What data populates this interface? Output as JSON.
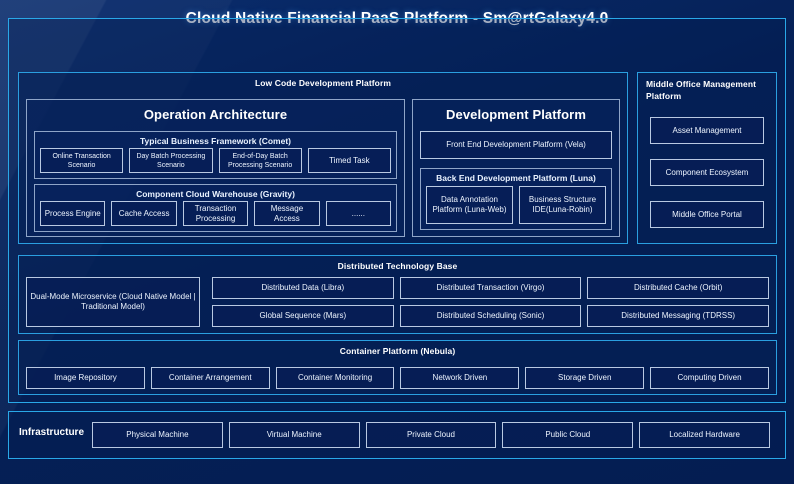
{
  "header": {
    "title": "Cloud Native Financial PaaS Platform - Sm@rtGalaxy4.0"
  },
  "low_code": {
    "title": "Low Code Development Platform",
    "operation_architecture": {
      "title": "Operation Architecture",
      "business_framework": {
        "title": "Typical Business Framework (Comet)",
        "items": [
          "Online Transaction Scenario",
          "Day Batch Processing Scenario",
          "End-of-Day Batch Processing Scenario",
          "Timed Task"
        ]
      },
      "component_warehouse": {
        "title": "Component Cloud Warehouse (Gravity)",
        "items": [
          "Process Engine",
          "Cache Access",
          "Transaction Processing",
          "Message Access",
          "......"
        ]
      }
    },
    "development_platform": {
      "title": "Development Platform",
      "front_end": "Front End Development Platform (Vela)",
      "back_end": {
        "title": "Back End Development Platform (Luna)",
        "items": [
          "Data Annotation Platform (Luna-Web)",
          "Business Structure IDE(Luna-Robin)"
        ]
      }
    }
  },
  "middle_office": {
    "title": "Middle Office Management Platform",
    "items": [
      "Asset Management",
      "Component Ecosystem",
      "Middle Office Portal"
    ]
  },
  "distributed_base": {
    "title": "Distributed Technology Base",
    "dual_mode": "Dual-Mode Microservice (Cloud Native Model | Traditional Model)",
    "grid": [
      "Distributed Data (Libra)",
      "Distributed Transaction (Virgo)",
      "Distributed Cache (Orbit)",
      "Global Sequence (Mars)",
      "Distributed Scheduling (Sonic)",
      "Distributed Messaging (TDRSS)"
    ]
  },
  "container_platform": {
    "title": "Container Platform (Nebula)",
    "items": [
      "Image Repository",
      "Container Arrangement",
      "Container Monitoring",
      "Network Driven",
      "Storage Driven",
      "Computing Driven"
    ]
  },
  "infrastructure": {
    "label": "Infrastructure",
    "items": [
      "Physical Machine",
      "Virtual Machine",
      "Private Cloud",
      "Public Cloud",
      "Localized Hardware"
    ]
  },
  "colors": {
    "accent": "#29a8e8",
    "background": "#041d52",
    "panel": "#062056",
    "chip_border": "#b9c9e2",
    "text": "#eef5ff"
  }
}
